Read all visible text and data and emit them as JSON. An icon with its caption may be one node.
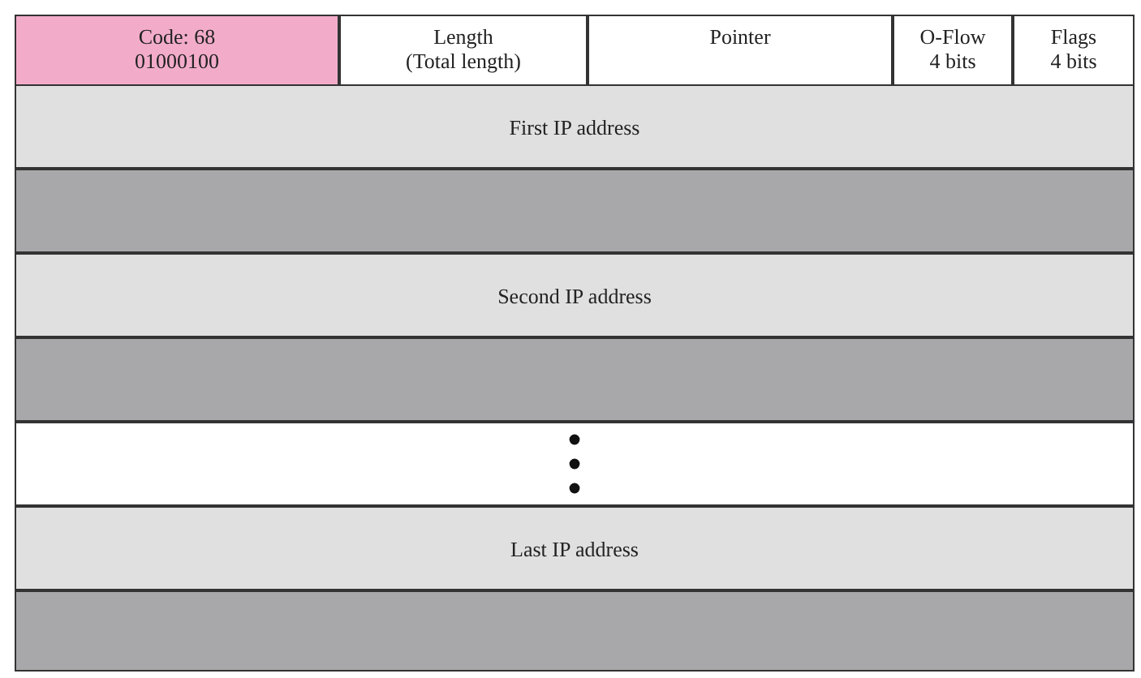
{
  "diagram": {
    "nodes": [
      {
        "text": [
          "Code: 68",
          "01000100"
        ]
      },
      {
        "text": [
          "Length",
          "(Total length)"
        ]
      },
      {
        "text": [
          "Pointer"
        ]
      },
      {
        "text": [
          "O-Flow",
          "4 bits"
        ]
      },
      {
        "text": [
          "Flags",
          "4 bits"
        ]
      },
      {
        "text": [
          "First IP address"
        ]
      },
      {
        "text": [],
        "shape": "bar"
      },
      {
        "text": [
          "Second IP address"
        ]
      },
      {
        "text": [],
        "shape": "bar"
      },
      {
        "text": [],
        "shape": "box"
      },
      {
        "text": [
          "Last IP address"
        ]
      },
      {
        "text": [],
        "shape": "bar"
      }
    ]
  }
}
